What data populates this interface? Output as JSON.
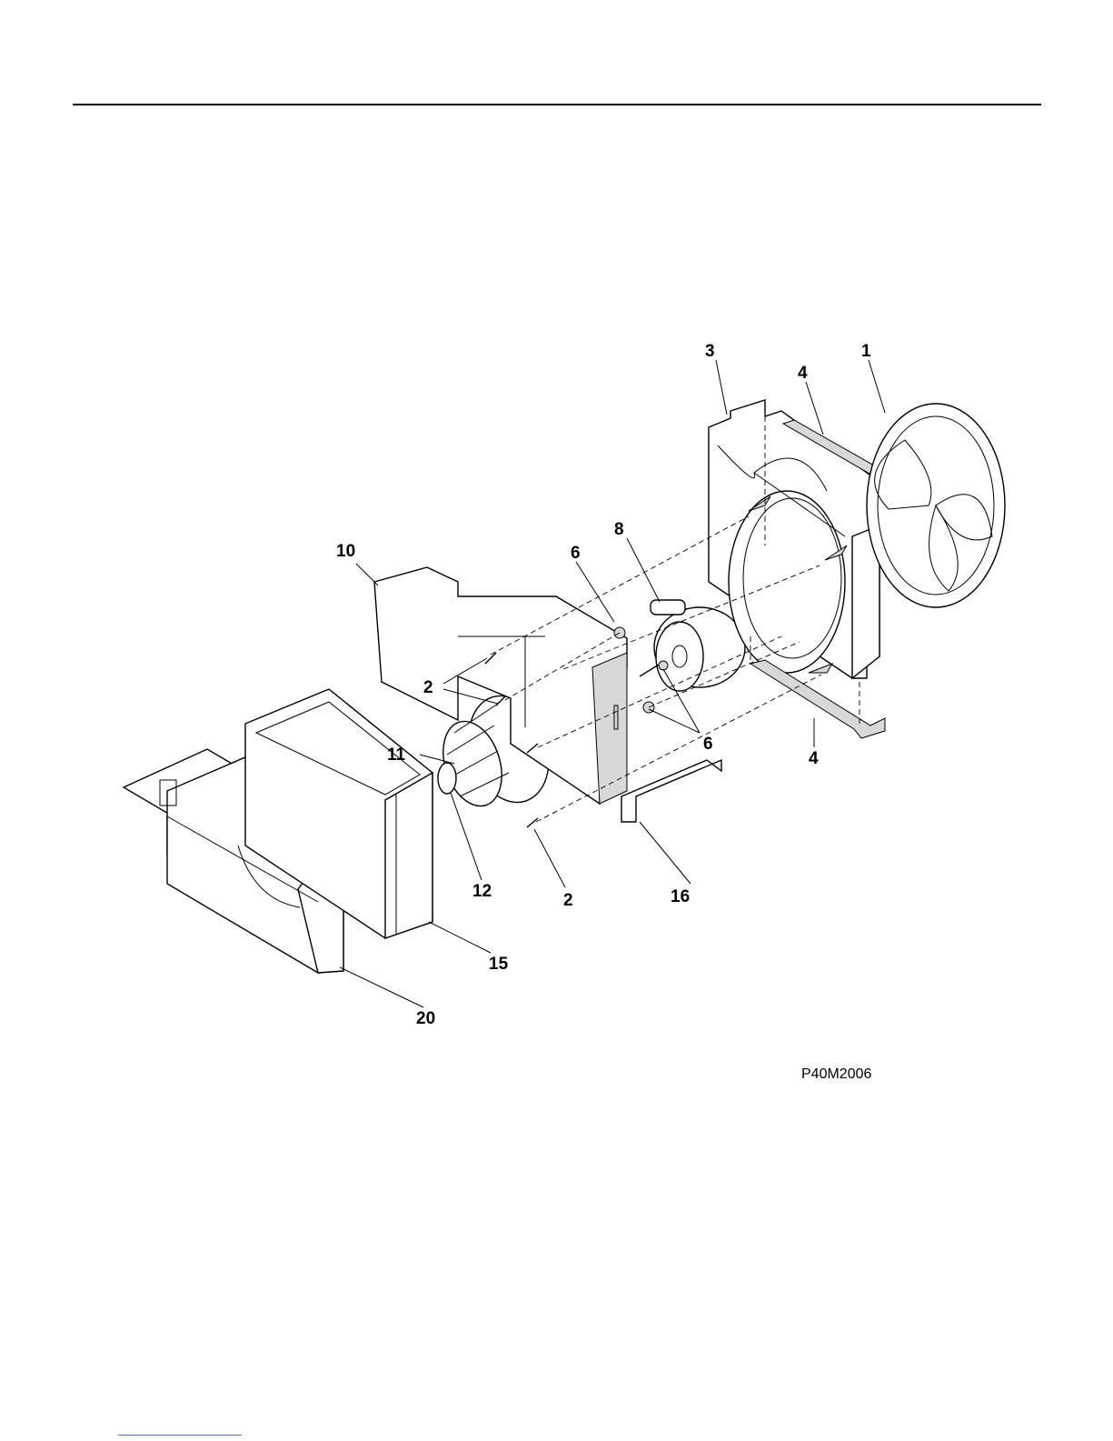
{
  "callouts": {
    "c1": "1",
    "c2a": "2",
    "c2b": "2",
    "c3": "3",
    "c4a": "4",
    "c4b": "4",
    "c6a": "6",
    "c6b": "6",
    "c8": "8",
    "c10": "10",
    "c11": "11",
    "c12": "12",
    "c15": "15",
    "c16": "16",
    "c20": "20"
  },
  "figure_code": "P40M2006",
  "colors": {
    "line": "#000000",
    "background": "#ffffff",
    "link": "#4a6cd4"
  }
}
